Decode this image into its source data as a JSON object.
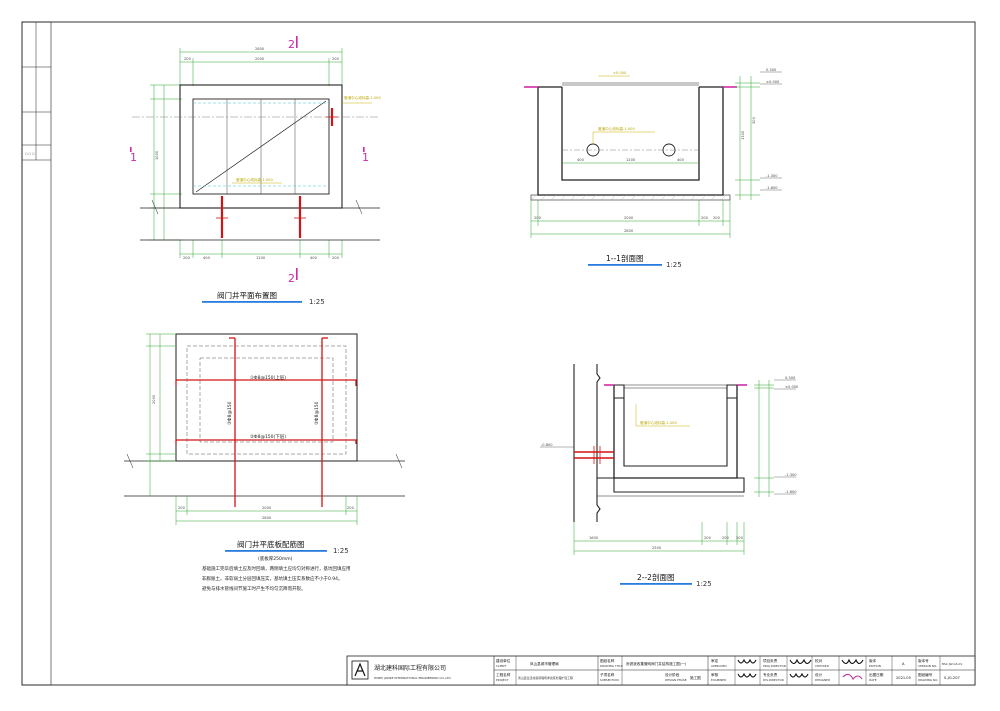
{
  "drawing": {
    "plan": {
      "title": "阀门井平面布置图",
      "scale": "1:25",
      "dims_top_total": "2800",
      "dims_top": [
        "200",
        "2000",
        "200"
      ],
      "dims_bottom": [
        "200",
        "400",
        "1200",
        "400",
        "200"
      ],
      "dims_left": [
        "400",
        "200",
        "1000",
        "200",
        "400"
      ],
      "section_mark_1": "1",
      "section_mark_2": "2",
      "note_top": "管道中心线标高-1.000",
      "note_bottom": "管道中心线标高-1.000"
    },
    "section11": {
      "title": "1--1剖面图",
      "scale": "1:25",
      "top_label": "±0.000",
      "levels": [
        "0.300",
        "±0.000",
        "-1.300",
        "-1.600"
      ],
      "dims_right": [
        "300",
        "1300",
        "300"
      ],
      "dims_bottom_inner": [
        "400",
        "1200",
        "400"
      ],
      "dims_bottom": [
        "200",
        "2000",
        "200",
        "200"
      ],
      "dims_bottom_total": "2800",
      "pipe_note": "管道中心线标高-1.000"
    },
    "base": {
      "title": "阀门井平底板配筋图",
      "sub": "(底板厚250mm)",
      "scale": "1:25",
      "rebar_1": "①Φ8@150(上层)",
      "rebar_2": "②Φ8@150(下层)",
      "rebar_3": "③Φ8@150",
      "dims_bottom": [
        "200",
        "2000",
        "200"
      ],
      "dims_bottom_total": "2800",
      "dims_left": [
        "200",
        "2000",
        "200"
      ]
    },
    "section22": {
      "title": "2--2剖面图",
      "scale": "1:25",
      "levels": [
        "0.300",
        "±0.000",
        "-1.300",
        "-1.600"
      ],
      "left_level": "-0.800",
      "dims_bottom": [
        "1600",
        "200",
        "200",
        "200"
      ],
      "dims_bottom_total": "2500",
      "pipe_note": "管道中心线标高-1.000"
    },
    "notes": [
      "基础施工完毕后填土应及时回填，两侧填土应均匀对称进行，基坑回填应用",
      "非膨胀土。非软弱土分层回填压实，基坑填土压实系数应不小于0.94。",
      "避免与排水管线间节施工时产生不均匀沉降而开裂。"
    ]
  },
  "title_block": {
    "company_cn": "湖北建科国际工程有限公司",
    "company_en": "HUBEI JIANKE INTERNATIONAL ENGINEERING CO.,LTD",
    "cells": [
      {
        "label": "建设单位",
        "label_en": "CLIENT",
        "value": "凤山县城市管理局"
      },
      {
        "label": "工程名称",
        "label_en": "PROJECT",
        "value": "凤山县生活垃圾填埋场渗滤液处理扩建工程"
      },
      {
        "label": "图纸名称",
        "label_en": "DRAWING TITLE",
        "value": "渗滤液收集管网阀门井结构施工图(一)"
      },
      {
        "label": "子项名称",
        "label_en": "SUBSECTION",
        "value": ""
      },
      {
        "label": "设计阶段",
        "label_en": "DESIGN PHASE",
        "value": "施工图"
      },
      {
        "label": "审定",
        "label_en": "APPROVED",
        "value": ""
      },
      {
        "label": "审核",
        "label_en": "EXAMINED",
        "value": ""
      },
      {
        "label": "项目负责",
        "label_en": "PROJ.DIRECTOR",
        "value": ""
      },
      {
        "label": "专业负责",
        "label_en": "DIS.DIRECTOR",
        "value": ""
      },
      {
        "label": "校对",
        "label_en": "CHECKED",
        "value": ""
      },
      {
        "label": "设计",
        "label_en": "DESIGNED",
        "value": ""
      },
      {
        "label": "版本",
        "label_en": "EDITION",
        "value": "A"
      },
      {
        "label": "出图日期",
        "label_en": "DATE",
        "value": "2021.05"
      },
      {
        "label": "版本号",
        "label_en": "VERSION NO.",
        "value": "BS2-JW-GS-01"
      },
      {
        "label": "图纸编号",
        "label_en": "DRAWING NO.",
        "value": "S-JG-207"
      }
    ],
    "left_strip": "☐  ☐  ☐"
  },
  "colors": {
    "dim": "#2aa52a",
    "pipe": "#d21414",
    "yellow": "#c8b400",
    "magenta": "#d02aa8",
    "cyan": "#3cc6d6",
    "blue": "#2a7be0"
  }
}
